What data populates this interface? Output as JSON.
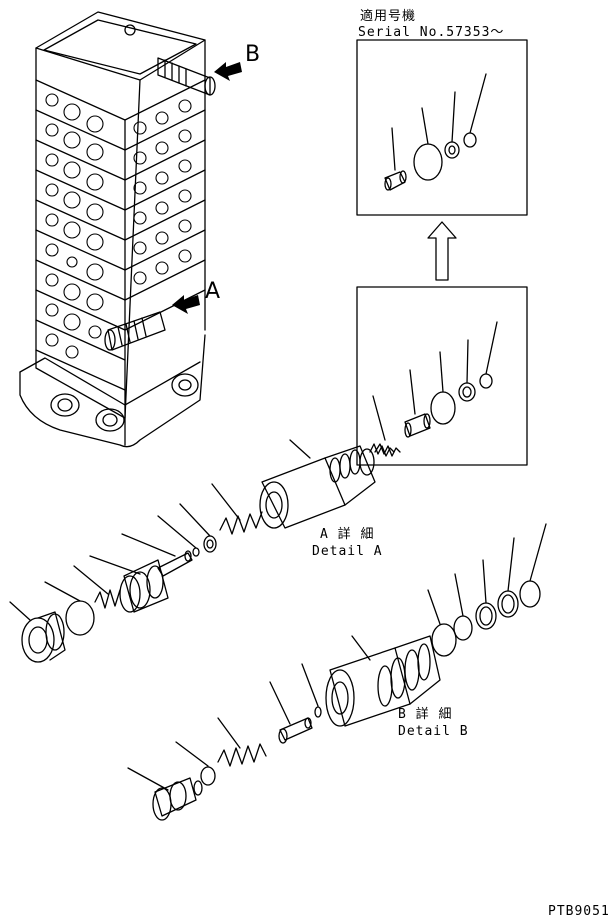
{
  "labels": {
    "b_pointer": "B",
    "a_pointer": "A",
    "serial_heading": "適用号機",
    "serial_no": "Serial No.57353〜",
    "detail_a_jp": "A 詳 細",
    "detail_a_en": "Detail A",
    "detail_b_jp": "B 詳 細",
    "detail_b_en": "Detail B",
    "drawing_code": "PTB9051"
  }
}
